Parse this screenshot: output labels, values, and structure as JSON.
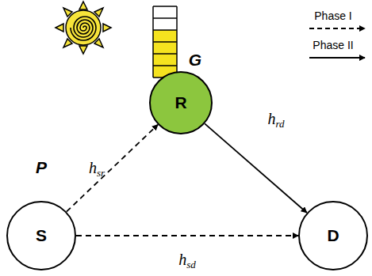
{
  "diagram": {
    "nodes": [
      {
        "text": [
          "R"
        ]
      },
      {
        "text": [
          "S"
        ]
      },
      {
        "text": [
          "D"
        ]
      }
    ],
    "edges": [
      {
        "from": 1,
        "to": 0,
        "arrow": "to",
        "label": "hsr"
      },
      {
        "from": 0,
        "to": 2,
        "arrow": "to",
        "label": "hrd"
      },
      {
        "from": 1,
        "to": 2,
        "arrow": "to",
        "label": "hsd"
      }
    ],
    "labels": [
      "G",
      "P"
    ],
    "legend": [
      {
        "text": "Phase I"
      },
      {
        "text": "Phase II"
      }
    ]
  }
}
